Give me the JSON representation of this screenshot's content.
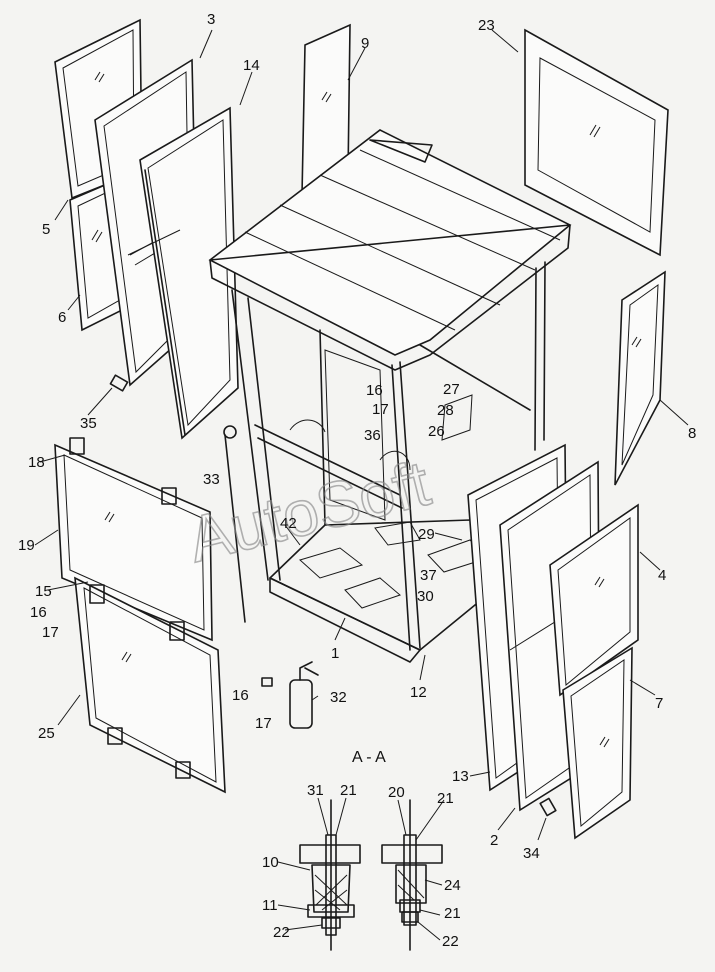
{
  "watermark": "AutoSoft",
  "section_title": "A - A",
  "part_labels": [
    "1",
    "2",
    "3",
    "4",
    "5",
    "6",
    "7",
    "8",
    "9",
    "10",
    "11",
    "12",
    "13",
    "14",
    "15",
    "16",
    "16",
    "16",
    "17",
    "17",
    "17",
    "18",
    "19",
    "20",
    "21",
    "21",
    "21",
    "22",
    "22",
    "23",
    "24",
    "25",
    "26",
    "27",
    "28",
    "29",
    "30",
    "31",
    "32",
    "33",
    "34",
    "35",
    "36",
    "37",
    "42"
  ]
}
